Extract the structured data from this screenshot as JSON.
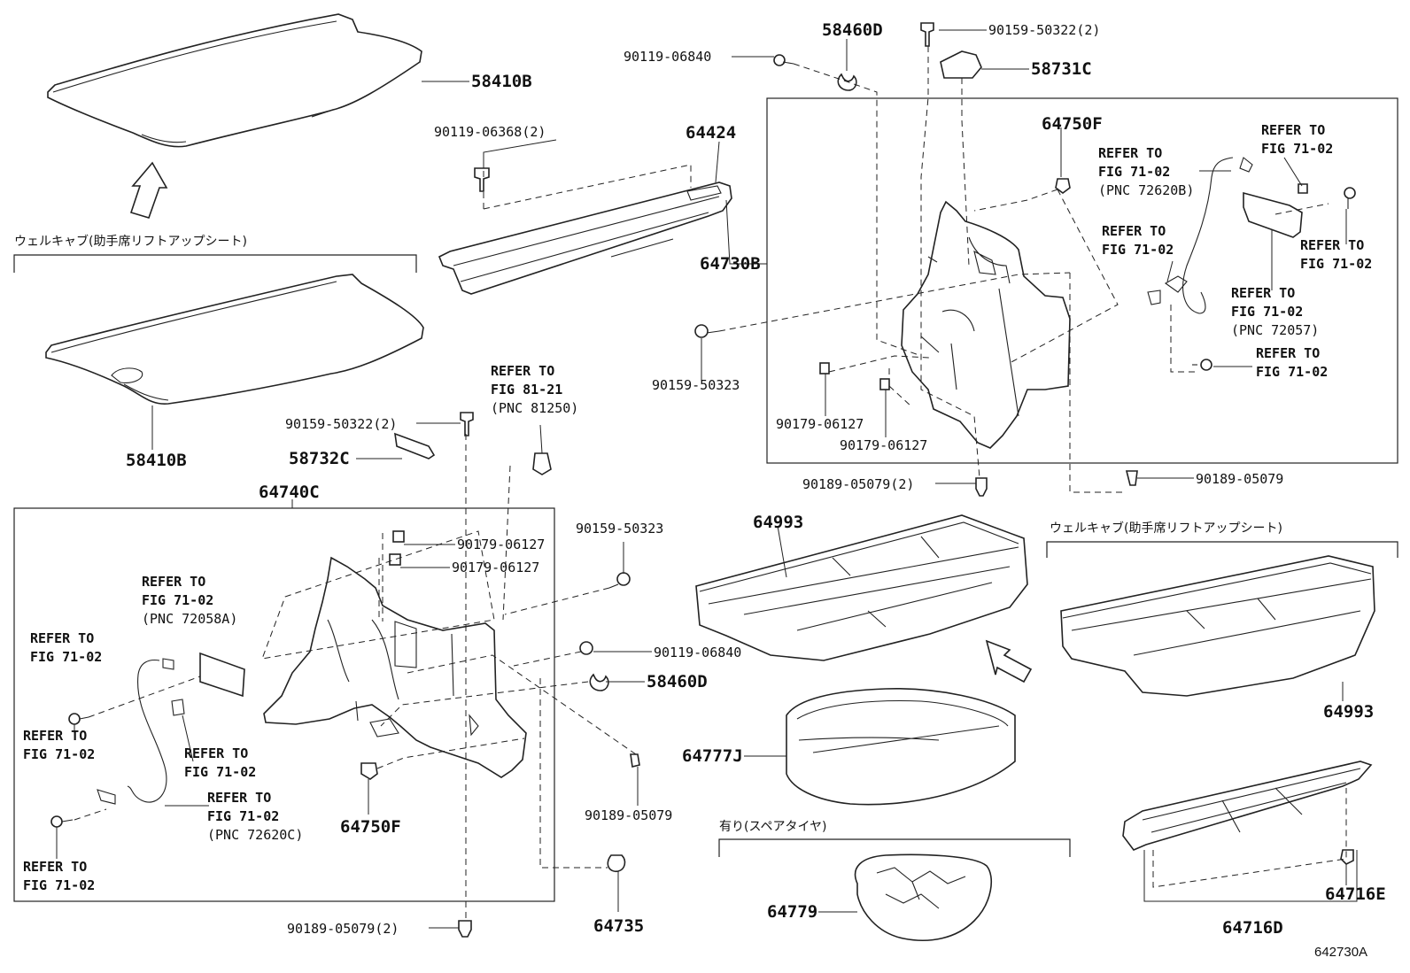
{
  "diagram_id": "642730A",
  "group_labels": {
    "welcab_top": "ウェルキャブ(助手席リフトアップシート)",
    "welcab_right": "ウェルキャブ(助手席リフトアップシート)",
    "spare_tire": "有り(スペアタイヤ)"
  },
  "part_numbers": {
    "p58410B_top": "58410B",
    "p58410B_bottom": "58410B",
    "p64424": "64424",
    "p90119_06368": "90119-06368(2)",
    "p58460D_top": "58460D",
    "p90119_06840_top": "90119-06840",
    "p90159_50322_top": "90159-50322(2)",
    "p58731C": "58731C",
    "p64750F_top": "64750F",
    "p64730B": "64730B",
    "p90159_50323_mid": "90159-50323",
    "p90179_06127_a": "90179-06127",
    "p90179_06127_b": "90179-06127",
    "p90189_05079_2_mid": "90189-05079(2)",
    "p90189_05079_mid": "90189-05079",
    "p90159_50322_mid": "90159-50322(2)",
    "p58732C": "58732C",
    "p64740C": "64740C",
    "p90179_06127_c": "90179-06127",
    "p90179_06127_d": "90179-06127",
    "p90159_50323_low": "90159-50323",
    "p90119_06840_low": "90119-06840",
    "p58460D_low": "58460D",
    "p90189_05079_low": "90189-05079",
    "p64750F_low": "64750F",
    "p64735": "64735",
    "p90189_05079_2_bottom": "90189-05079(2)",
    "p64993_left": "64993",
    "p64993_right": "64993",
    "p64777J": "64777J",
    "p64779": "64779",
    "p64716E": "64716E",
    "p64716D": "64716D"
  },
  "references": {
    "r1": [
      "REFER TO",
      "FIG 71-02"
    ],
    "r2": [
      "REFER TO",
      "FIG 71-02",
      "(PNC 72620B)"
    ],
    "r3": [
      "REFER TO",
      "FIG 71-02"
    ],
    "r4": [
      "REFER TO",
      "FIG 71-02"
    ],
    "r5": [
      "REFER TO",
      "FIG 71-02",
      "(PNC 72057)"
    ],
    "r6": [
      "REFER TO",
      "FIG 71-02"
    ],
    "r7": [
      "REFER TO",
      "FIG 81-21",
      "(PNC 81250)"
    ],
    "r8": [
      "REFER TO",
      "FIG 71-02",
      "(PNC 72058A)"
    ],
    "r9": [
      "REFER TO",
      "FIG 71-02"
    ],
    "r10": [
      "REFER TO",
      "FIG 71-02"
    ],
    "r11": [
      "REFER TO",
      "FIG 71-02"
    ],
    "r12": [
      "REFER TO",
      "FIG 71-02",
      "(PNC 72620C)"
    ],
    "r13": [
      "REFER TO",
      "FIG 71-02"
    ]
  }
}
